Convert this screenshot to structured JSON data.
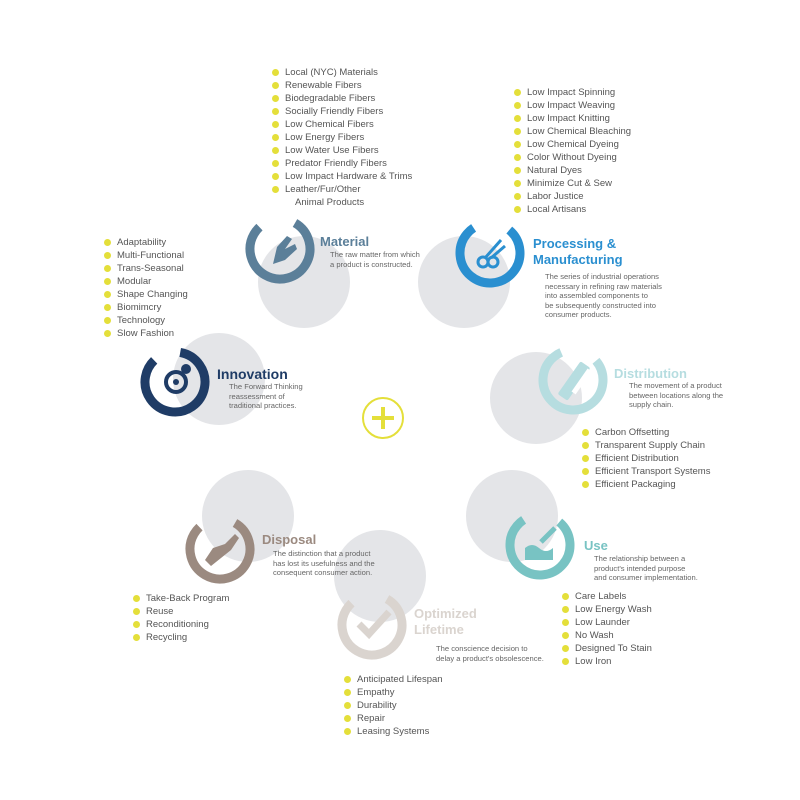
{
  "colors": {
    "bullet": "#e4df3a",
    "background_circle": "#e4e5e8",
    "material": "#5b7f99",
    "processing": "#2a8fd0",
    "innovation": "#1f3c66",
    "distribution": "#b6dde0",
    "use": "#78c3c3",
    "disposal": "#9b8a80",
    "lifetime": "#dad4cf"
  },
  "center_icon": "plus-icon",
  "stages": {
    "material": {
      "title": "Material",
      "desc": [
        "The raw matter from which",
        "a product is constructed."
      ],
      "icon": "hand-icon",
      "items": [
        "Local (NYC) Materials",
        "Renewable Fibers",
        "Biodegradable Fibers",
        "Socially Friendly Fibers",
        "Low Chemical Fibers",
        "Low Energy Fibers",
        "Low Water Use Fibers",
        "Predator Friendly Fibers",
        "Low Impact Hardware & Trims",
        "Leather/Fur/Other"
      ],
      "item_cont": "Animal Products"
    },
    "processing": {
      "title_1": "Processing &",
      "title_2": "Manufacturing",
      "desc": [
        "The series of industrial operations",
        "necessary in refining raw materials",
        "into assembled components to",
        "be subsequently constructed into",
        "consumer products."
      ],
      "icon": "scissors-icon",
      "items": [
        "Low Impact Spinning",
        "Low Impact Weaving",
        "Low Impact Knitting",
        "Low Chemical Bleaching",
        "Low Chemical Dyeing",
        "Color Without Dyeing",
        "Natural Dyes",
        "Minimize Cut & Sew",
        "Labor Justice",
        "Local Artisans"
      ]
    },
    "innovation": {
      "title": "Innovation",
      "desc": [
        "The Forward Thinking",
        "reassessment of",
        "traditional practices."
      ],
      "icon": "lightbulb-icon",
      "items": [
        "Adaptability",
        "Multi-Functional",
        "Trans-Seasonal",
        "Modular",
        "Shape Changing",
        "Biomimcry",
        "Technology",
        "Slow Fashion"
      ]
    },
    "distribution": {
      "title": "Distribution",
      "desc": [
        "The movement of a product",
        "between locations along the",
        "supply chain."
      ],
      "icon": "box-icon",
      "items": [
        "Carbon Offsetting",
        "Transparent Supply Chain",
        "Efficient Distribution",
        "Efficient Transport Systems",
        "Efficient Packaging"
      ]
    },
    "use": {
      "title": "Use",
      "desc": [
        "The relationship between a",
        "product's intended purpose",
        "and consumer implementation."
      ],
      "icon": "washing-icon",
      "items": [
        "Care Labels",
        "Low Energy Wash",
        "Low Launder",
        "No Wash",
        "Designed To Stain",
        "Low Iron"
      ]
    },
    "disposal": {
      "title": "Disposal",
      "desc": [
        "The distinction that a product",
        "has lost its usefulness and the",
        "consequent consumer action."
      ],
      "icon": "hand-drop-icon",
      "items": [
        "Take-Back Program",
        "Reuse",
        "Reconditioning",
        "Recycling"
      ]
    },
    "lifetime": {
      "title_1": "Optimized",
      "title_2": "Lifetime",
      "desc": [
        "The conscience decision to",
        "delay a product's obsolescence."
      ],
      "icon": "checkmark-icon",
      "items": [
        "Anticipated Lifespan",
        "Empathy",
        "Durability",
        "Repair",
        "Leasing Systems"
      ]
    }
  }
}
